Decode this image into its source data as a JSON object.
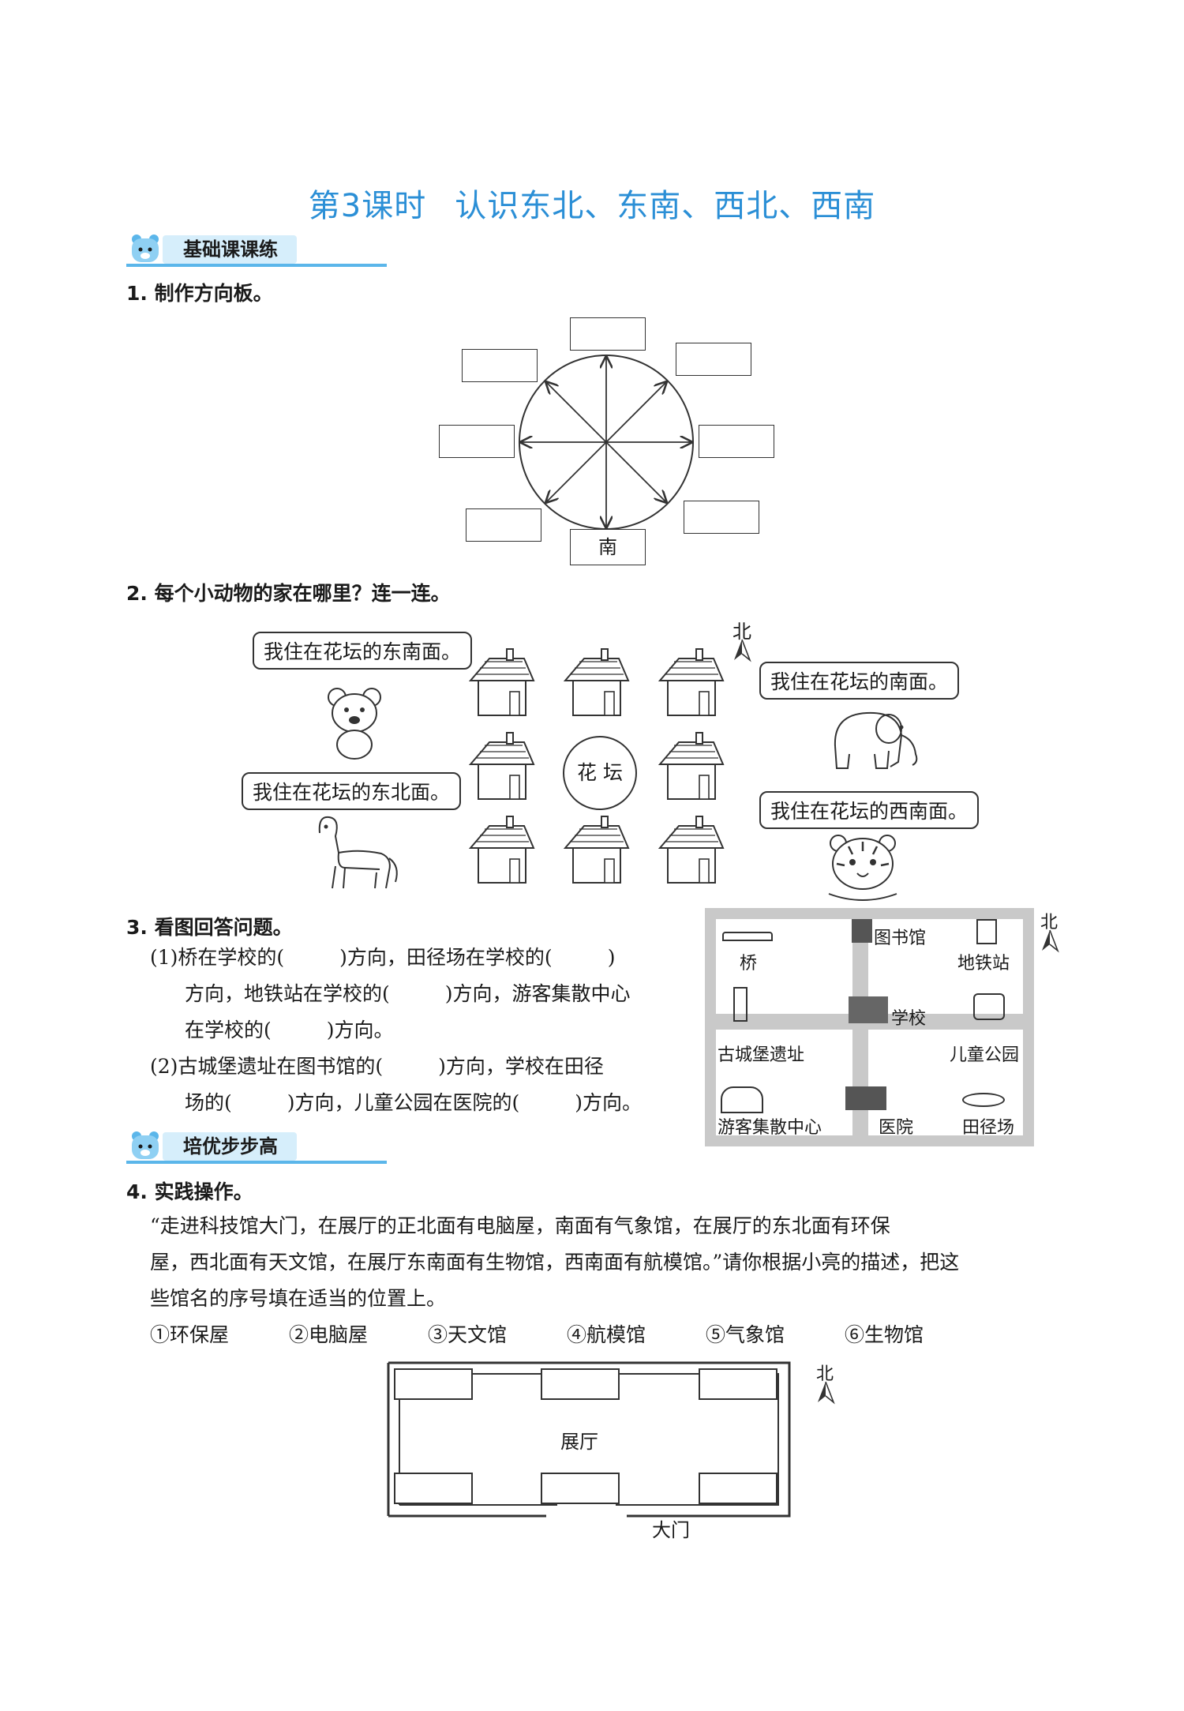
{
  "title": {
    "lesson": "第3课时",
    "topic": "认识东北、东南、西北、西南"
  },
  "sections": {
    "basic": "基础课课练",
    "advanced": "培优步步高"
  },
  "q1": {
    "number": "1.",
    "text": "制作方向板。",
    "bottom_label": "南"
  },
  "q2": {
    "number": "2.",
    "text": "每个小动物的家在哪里？连一连。",
    "flowerbed": "花 坛",
    "north": "北",
    "bubbles": [
      "我住在花坛的东南面。",
      "我住在花坛的东北面。",
      "我住在花坛的南面。",
      "我住在花坛的西南面。"
    ]
  },
  "q3": {
    "number": "3.",
    "text": "看图回答问题。",
    "p1_l1": "(1)桥在学校的(",
    "p1_l1b": ")方向，田径场在学校的(",
    "p1_l1c": ")",
    "p1_l2": "方向，地铁站在学校的(",
    "p1_l2b": ")方向，游客集散中心",
    "p1_l3": "在学校的(",
    "p1_l3b": ")方向。",
    "p2_l1": "(2)古城堡遗址在图书馆的(",
    "p2_l1b": ")方向，学校在田径",
    "p2_l2": "场的(",
    "p2_l2b": ")方向，儿童公园在医院的(",
    "p2_l2c": ")方向。",
    "map": {
      "north": "北",
      "places": [
        "桥",
        "图书馆",
        "地铁站",
        "学校",
        "古城堡遗址",
        "儿童公园",
        "游客集散中心",
        "医院",
        "田径场"
      ]
    }
  },
  "q4": {
    "number": "4.",
    "text": "实践操作。",
    "para_l1": "“走进科技馆大门，在展厅的正北面有电脑屋，南面有气象馆，在展厅的东北面有环保",
    "para_l2": "屋，西北面有天文馆，在展厅东南面有生物馆，西南面有航模馆。”请你根据小亮的描述，把这",
    "para_l3": "些馆名的序号填在适当的位置上。",
    "options": [
      "①环保屋",
      "②电脑屋",
      "③天文馆",
      "④航模馆",
      "⑤气象馆",
      "⑥生物馆"
    ],
    "hall": "展厅",
    "gate": "大门",
    "north": "北"
  }
}
